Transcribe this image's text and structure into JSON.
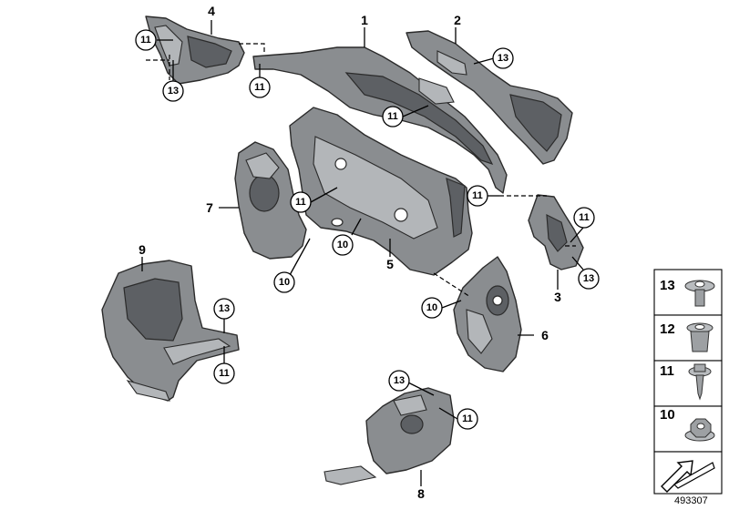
{
  "reference_number": "493307",
  "part_labels": {
    "p1": "1",
    "p2": "2",
    "p3": "3",
    "p4": "4",
    "p5": "5",
    "p6": "6",
    "p7": "7",
    "p8": "8",
    "p9": "9"
  },
  "callouts": {
    "c10": "10",
    "c11": "11",
    "c13": "13"
  },
  "legend": [
    {
      "number": "13",
      "icon": "push-rivet-icon"
    },
    {
      "number": "12",
      "icon": "expanding-nut-icon"
    },
    {
      "number": "11",
      "icon": "screw-clip-icon"
    },
    {
      "number": "10",
      "icon": "hex-nut-icon"
    }
  ]
}
